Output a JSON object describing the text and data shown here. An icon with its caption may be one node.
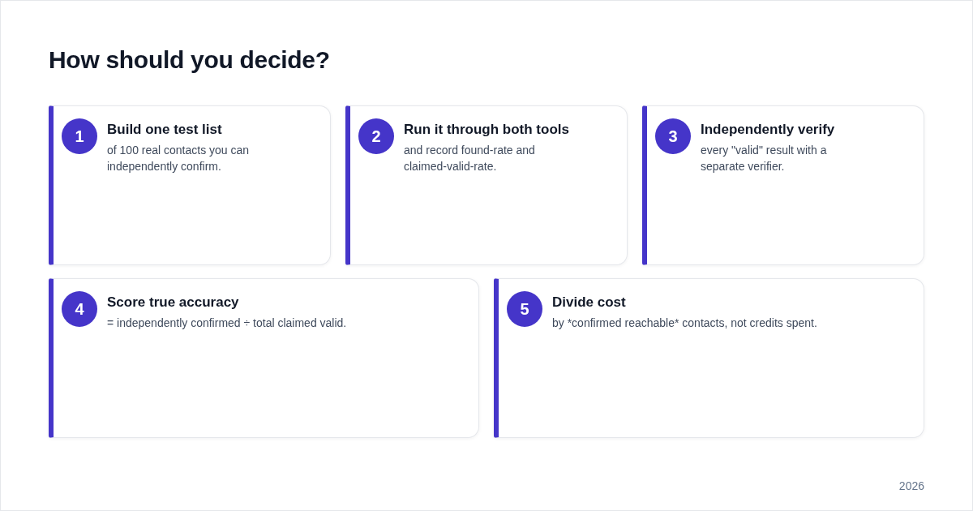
{
  "diagram": {
    "title": "How should you decide?",
    "nodes": [
      {
        "text": [
          "Build one test list",
          "of 100 real contacts you can independently confirm."
        ]
      },
      {
        "text": [
          "1"
        ],
        "in": 0
      },
      {
        "text": [
          "Run it through both tools",
          "and record found-rate and claimed-valid-rate."
        ]
      },
      {
        "text": [
          "2"
        ],
        "in": 2
      },
      {
        "text": [
          "Independently verify",
          "every \"valid\" result with a separate verifier."
        ]
      },
      {
        "text": [
          "3"
        ],
        "in": 4
      },
      {
        "text": [
          "Score true accuracy",
          "= independently confirmed ÷ total claimed valid."
        ]
      },
      {
        "text": [
          "4"
        ],
        "in": 6
      },
      {
        "text": [
          "Divide cost",
          "by *confirmed reachable* contacts, not credits spent."
        ]
      },
      {
        "text": [
          "5"
        ],
        "in": 8
      }
    ],
    "labels": [
      "2026"
    ]
  }
}
